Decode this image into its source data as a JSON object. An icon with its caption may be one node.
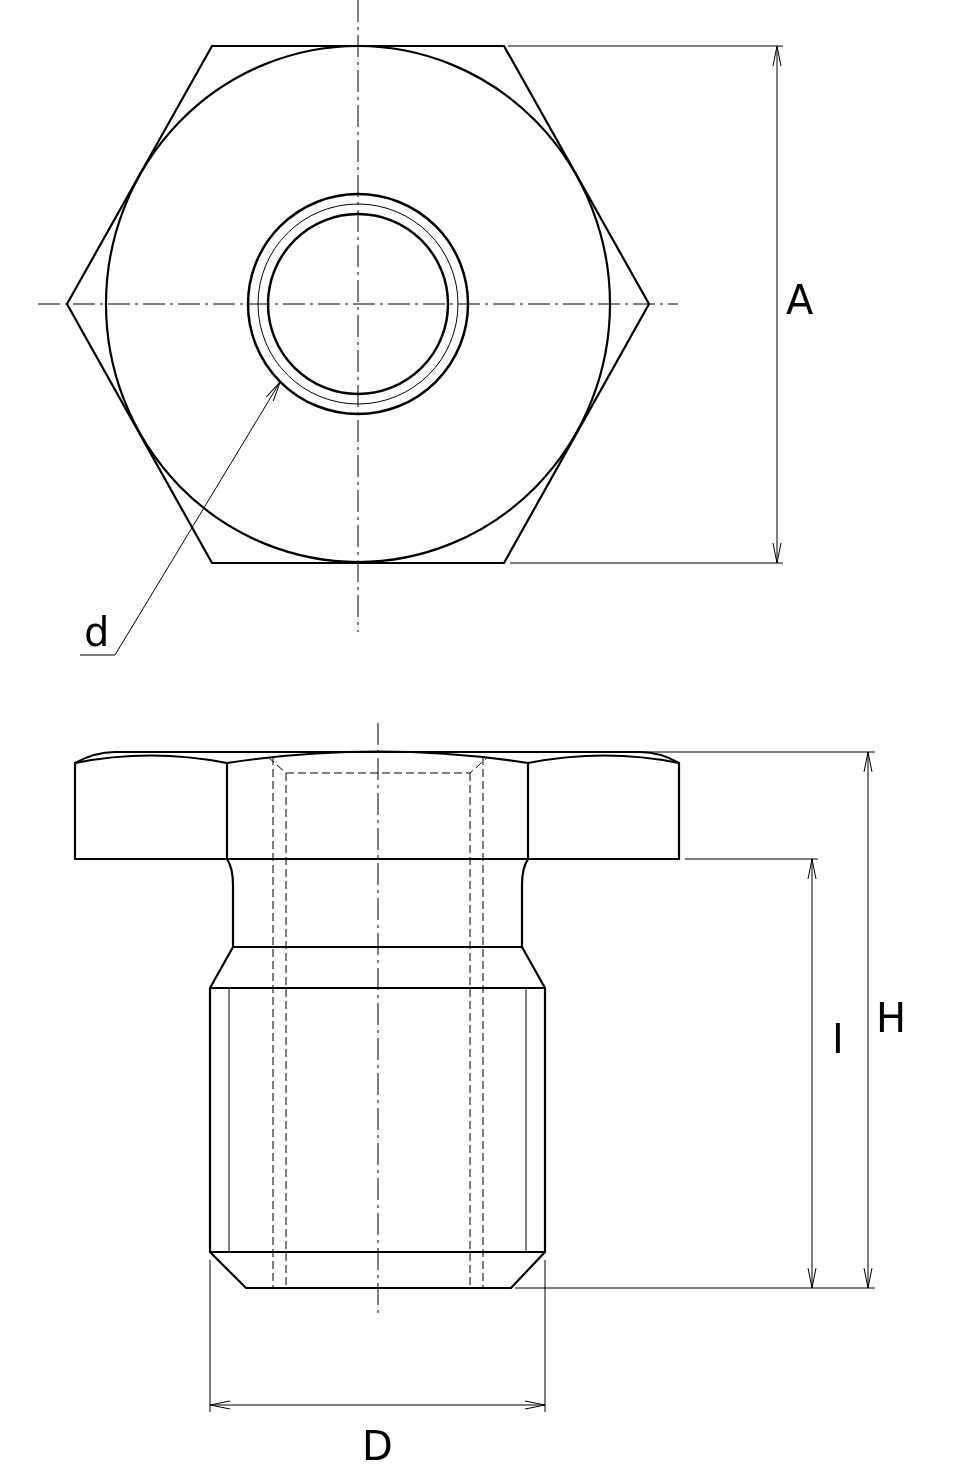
{
  "diagram": {
    "nodes": [
      {
        "text": [
          "d"
        ]
      },
      {
        "text": [],
        "shape": "circle"
      }
    ],
    "edges": [
      {
        "from": 0,
        "to": 1,
        "arrow": "to"
      }
    ],
    "labels": [
      "A",
      "I",
      "H",
      "D"
    ]
  }
}
